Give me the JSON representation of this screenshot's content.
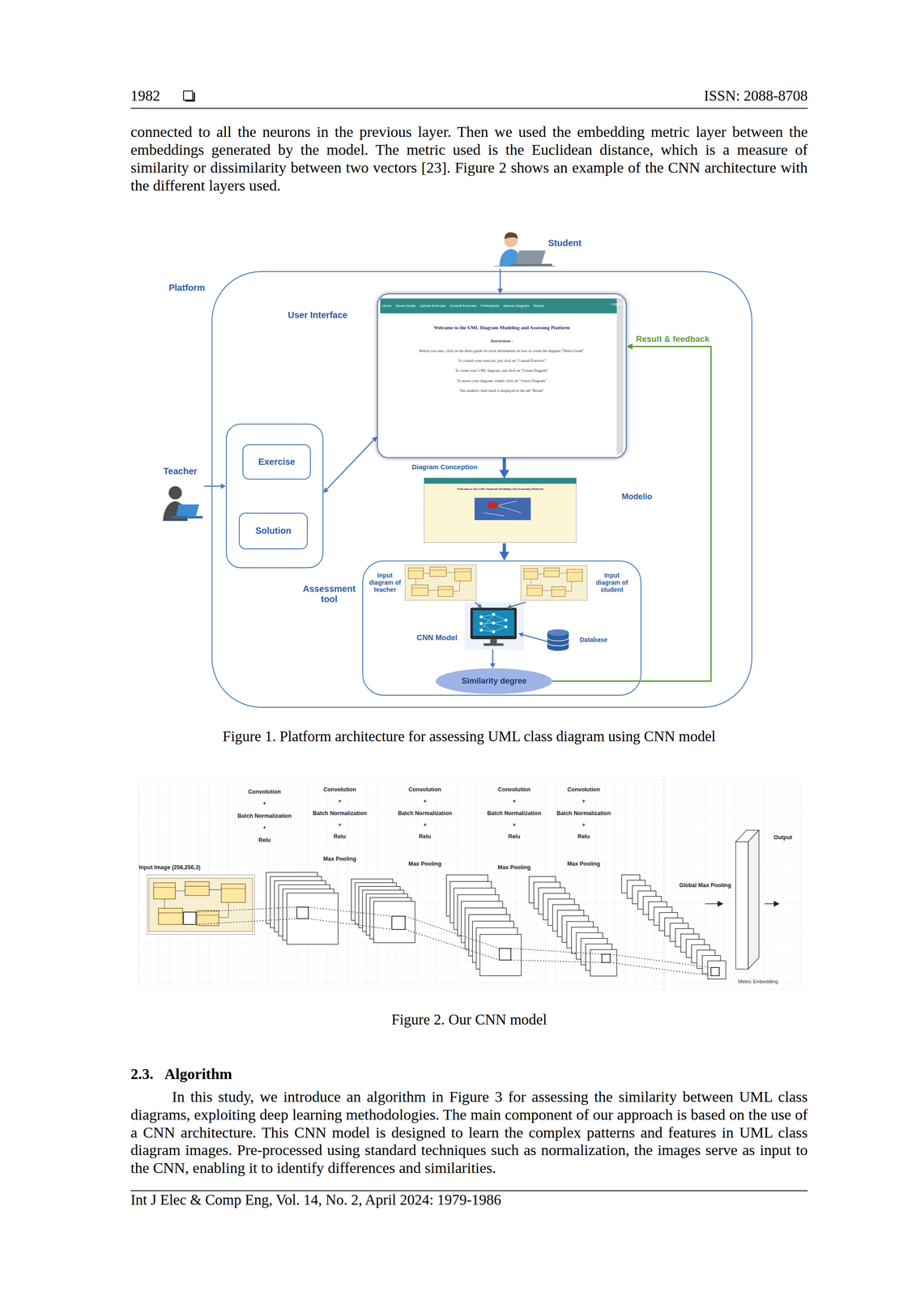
{
  "diagram": {
    "caption": "Figure 1. Platform architecture for assessing UML class diagram using CNN model",
    "nodes": [
      {
        "text": [
          "Student"
        ]
      },
      {
        "text": [
          "Platform"
        ]
      },
      {
        "text": [
          "User Interface"
        ],
        "in": 1
      },
      {
        "text": [],
        "in": 1
      },
      {
        "text": [
          "Exercise"
        ],
        "in": 3
      },
      {
        "text": [
          "Solution"
        ],
        "in": 3
      },
      {
        "text": [
          "Teacher"
        ]
      },
      {
        "text": [
          "Diagram Conception"
        ],
        "in": 1
      },
      {
        "text": [
          "Assessment tool"
        ],
        "in": 1
      },
      {
        "text": [
          "Input diagram of teacher"
        ],
        "in": 8
      },
      {
        "text": [
          "Input diagram of student"
        ],
        "in": 8
      },
      {
        "text": [
          "CNN Model"
        ],
        "in": 8
      },
      {
        "text": [
          "Database"
        ],
        "in": 8
      },
      {
        "text": [
          "Similarity degree"
        ],
        "in": 8
      }
    ],
    "edges": [
      {
        "from": 0,
        "to": 2,
        "arrow": "to"
      },
      {
        "from": 6,
        "to": 3,
        "arrow": "to"
      },
      {
        "from": 3,
        "to": 2,
        "arrow": "both"
      },
      {
        "from": 2,
        "to": 7,
        "arrow": "to"
      },
      {
        "from": 7,
        "to": 8,
        "arrow": "to"
      },
      {
        "from": 9,
        "to": 11,
        "arrow": "to"
      },
      {
        "from": 10,
        "to": 11,
        "arrow": "to"
      },
      {
        "from": 12,
        "to": 11,
        "arrow": "to"
      },
      {
        "from": 11,
        "to": 13,
        "arrow": "to"
      },
      {
        "from": 13,
        "to": 2,
        "label": "Result & feedback",
        "arrow": "to"
      }
    ],
    "labels": [
      "1982",
      "ISSN: 2088-8708",
      "connected to all the neurons in the previous layer. Then we used the embedding metric layer between the embeddings generated by the model. The metric used is the Euclidean distance, which is a measure of similarity or dissimilarity between two vectors [23]. Figure 2 shows an example of the CNN architecture with the different layers used.",
      "Home",
      "Demo Guide",
      "Upload Exercise",
      "Consult Exercise",
      "Participants",
      "Assess Diagram",
      "Result",
      "Logout",
      "Welcome to the UML Diagram Modeling and Assessing Platform",
      "Instructions :",
      "Before you start, click on the demo guide for more information on how to create the diagram \"Demo Guide\"",
      "To consult your exercise, just click on \"Consult Exercise\"",
      "To create your UML diagram, just click on \"Create Diagram\"",
      "To assess your diagram, simply click on \"Assess Diagram\"",
      "The student's final mark is displayed in the tab \"Result\"",
      "Welcome to the UML Diagram Modeling and Assessing Platform",
      "Modelio",
      "Input Image (256,256,3)",
      "Convolution",
      "+",
      "Batch Normalization",
      "+",
      "Relu",
      "Convolution",
      "+",
      "Batch Normalization",
      "+",
      "Relu",
      "Max Pooling",
      "Convolution",
      "+",
      "Batch Normalization",
      "+",
      "Relu",
      "Max Pooling",
      "Convolution",
      "+",
      "Batch Normalization",
      "+",
      "Relu",
      "Max Pooling",
      "Convolution",
      "+",
      "Batch Normalization",
      "+",
      "Relu",
      "Max Pooling",
      "Global Max Pooling",
      "Output",
      "Metric Embedding",
      "Figure 2. Our CNN model",
      "2.3.",
      "Algorithm",
      "In this study, we introduce an algorithm in Figure 3 for assessing the similarity between UML class diagrams, exploiting deep learning methodologies. The main component of our approach is based on the use of a CNN architecture. This CNN model is designed to learn the complex patterns and features in UML class diagram images. Pre-processed using standard techniques such as normalization, the images serve as input to the CNN, enabling it to identify differences and similarities.",
      "Int J Elec & Comp Eng, Vol. 14, No. 2, April 2024: 1979-1986"
    ]
  }
}
